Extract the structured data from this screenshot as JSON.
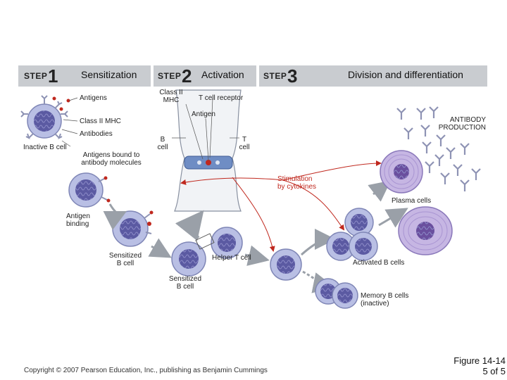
{
  "steps": [
    {
      "word": "STEP",
      "num": "1",
      "title": "Sensitization"
    },
    {
      "word": "STEP",
      "num": "2",
      "title": "Activation"
    },
    {
      "word": "STEP",
      "num": "3",
      "title": "Division and differentiation"
    }
  ],
  "labels": {
    "antigens": "Antigens",
    "class2_mhc": "Class II MHC",
    "antibodies": "Antibodies",
    "inactive_b": "Inactive B cell",
    "bound_1": "Antigens bound to",
    "bound_2": "antibody molecules",
    "class2_top_1": "Class II",
    "class2_top_2": "MHC",
    "tcr": "T cell receptor",
    "antigen": "Antigen",
    "b_cell_1": "B",
    "b_cell_2": "cell",
    "t_cell_1": "T",
    "t_cell_2": "cell",
    "ab_prod_1": "ANTIBODY",
    "ab_prod_2": "PRODUCTION",
    "stim_1": "Stimulation",
    "stim_2": "by cytokines",
    "plasma": "Plasma cells",
    "ag_binding_1": "Antigen",
    "ag_binding_2": "binding",
    "sens1_1": "Sensitized",
    "sens1_2": "B cell",
    "helper": "Helper T cell",
    "activated": "Activated B cells",
    "sens2_1": "Sensitized",
    "sens2_2": "B cell",
    "memory_1": "Memory B cells",
    "memory_2": "(inactive)"
  },
  "footer": {
    "copyright": "Copyright © 2007 Pearson Education, Inc., publishing as Benjamin Cummings",
    "figure_1": "Figure 14-14",
    "figure_2": "5 of 5"
  },
  "colors": {
    "band": "#c9ccd0",
    "cell": "#b9bfe4",
    "nucleus": "#5b5aa2",
    "plasma": "#9a86c8",
    "antibody": "#8e93b4",
    "arrow": "#c0281e"
  }
}
